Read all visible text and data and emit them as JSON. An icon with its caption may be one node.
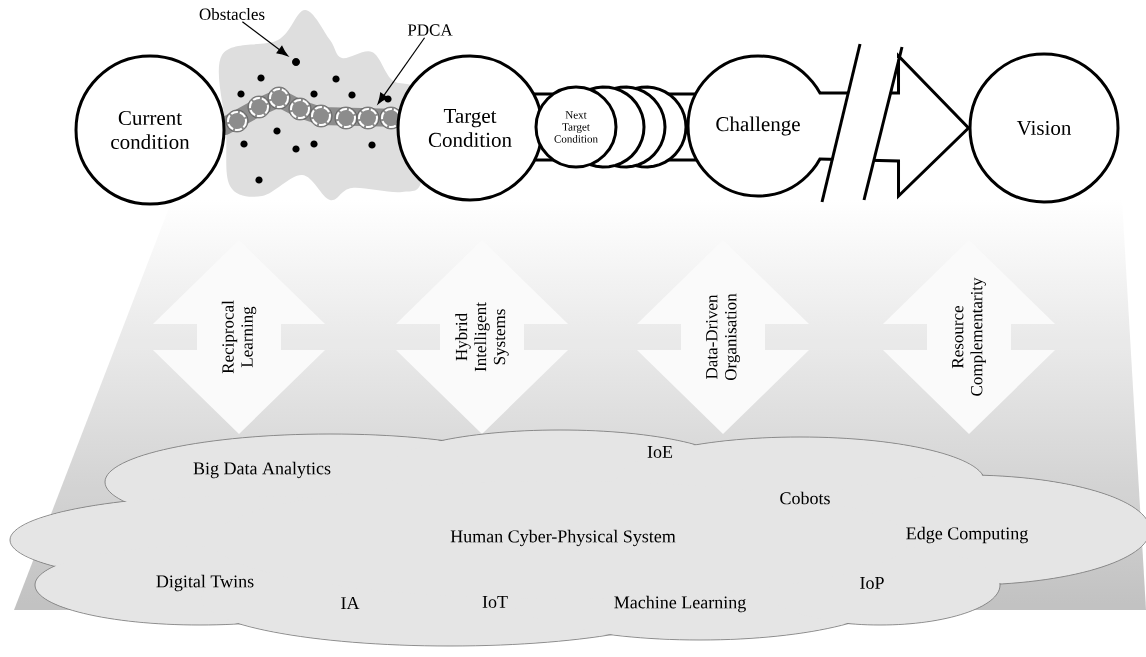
{
  "diagram": {
    "nodes": [
      {
        "text": [
          "Current condition"
        ]
      },
      {
        "text": [
          "Target Condition"
        ]
      },
      {
        "text": [
          "Next Target Condition"
        ]
      },
      {
        "text": [],
        "shape": "circle"
      },
      {
        "text": [],
        "shape": "circle"
      },
      {
        "text": [],
        "shape": "circle"
      },
      {
        "text": [
          "Challenge"
        ]
      },
      {
        "text": [
          "Vision"
        ]
      },
      {
        "text": [
          "Obstacles"
        ]
      },
      {
        "text": [],
        "shape": "circle"
      },
      {
        "text": [
          "PDCA"
        ]
      },
      {
        "text": [],
        "shape": "circle"
      },
      {
        "text": [
          "Reciprocal Learning"
        ]
      },
      {
        "text": [
          "Hybrid Intelligent Systems"
        ]
      },
      {
        "text": [
          "Data-Driven Organisation"
        ]
      },
      {
        "text": [
          "Resource Complementarity"
        ]
      },
      {
        "text": [
          "Big Data Analytics",
          "IoE",
          "Cobots",
          "Human Cyber-Physical System",
          "Edge Computing",
          "Digital Twins",
          "IA",
          "IoT",
          "Machine Learning",
          "IoP"
        ]
      }
    ],
    "edges": [
      {
        "from": 8,
        "to": 9,
        "arrow": "to"
      },
      {
        "from": 10,
        "to": 11,
        "arrow": "to"
      },
      {
        "from": 6,
        "to": 7,
        "arrow": "to",
        "style": "thick"
      }
    ]
  }
}
